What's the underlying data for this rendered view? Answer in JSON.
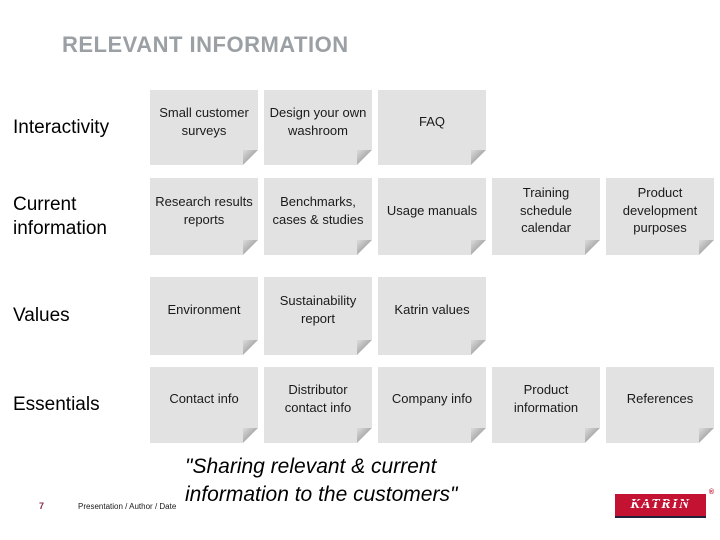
{
  "slide": {
    "title": "RELEVANT INFORMATION",
    "page_number": "7",
    "footer_meta": "Presentation / Author / Date"
  },
  "rows": [
    {
      "label": "Interactivity",
      "cards": [
        "Small customer surveys",
        "Design your own washroom",
        "FAQ"
      ]
    },
    {
      "label": "Current information",
      "cards": [
        "Research results reports",
        "Benchmarks, cases & studies",
        "Usage manuals",
        "Training schedule calendar",
        "Product development purposes"
      ]
    },
    {
      "label": "Values",
      "cards": [
        "Environment",
        "Sustainability report",
        "Katrin values"
      ]
    },
    {
      "label": "Essentials",
      "cards": [
        "Contact info",
        "Distributor contact info",
        "Company info",
        "Product information",
        "References"
      ]
    }
  ],
  "quote": {
    "line1": "\"Sharing relevant & current",
    "line2": "information to the customers\""
  },
  "logo": {
    "text": "KATRIN",
    "registered_mark": "®"
  },
  "colors": {
    "title_gray": "#9aa0a4",
    "card_background": "#e2e2e2",
    "fold_gray": "#8b8b8b",
    "page_number_maroon": "#8b2e44",
    "logo_red": "#c41233"
  },
  "icons": {
    "folded_corner": "folded-corner-icon"
  }
}
